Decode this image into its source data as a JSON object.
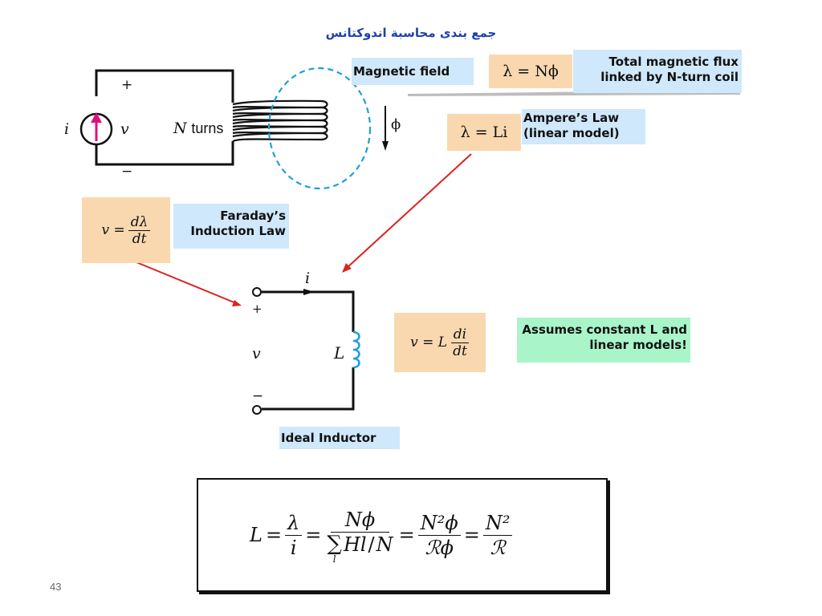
{
  "title": "جمع بندی محاسبة اندوکتانس",
  "circuit": {
    "i_label": "i",
    "v_label": "v",
    "plus": "+",
    "minus": "−",
    "turns_label": "turns",
    "n_label": "N",
    "phi_label": "ϕ"
  },
  "magnetic_field_label": "Magnetic field",
  "flux_eq": "λ = Nϕ",
  "total_flux_label": "Total magnetic flux linked by N-turn coil",
  "ampere_eq": "λ = Li",
  "ampere_label": "Ampere’s Law (linear model)",
  "faraday_eq_lhs": "v =",
  "faraday_eq_num": "dλ",
  "faraday_eq_den": "dt",
  "faraday_label": "Faraday’s Induction Law",
  "ideal": {
    "i_label": "i",
    "plus": "+",
    "v_label": "v",
    "minus": "−",
    "l_label": "L",
    "caption": "Ideal Inductor"
  },
  "inductor_eq_lhs": "v = L",
  "inductor_eq_num": "di",
  "inductor_eq_den": "dt",
  "assumes_label": "Assumes constant L and linear models!",
  "formula": {
    "L": "L",
    "eq": "=",
    "lambda": "λ",
    "i": "i",
    "Nphi": "Nϕ",
    "sum": "∑",
    "sum_sub": "l",
    "Hl": "Hl",
    "N": "N",
    "N2phi": "N²ϕ",
    "Rphi": "ℛϕ",
    "N2": "N²",
    "R": "ℛ"
  },
  "page_number": "43"
}
